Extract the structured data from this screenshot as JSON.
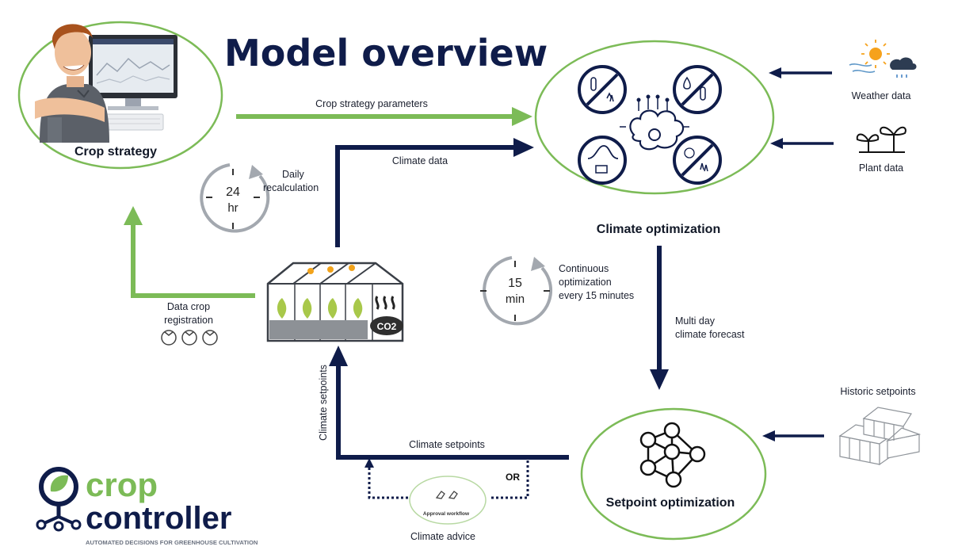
{
  "title": "Model overview",
  "nodes": {
    "crop_strategy": "Crop strategy",
    "climate_optimization": "Climate optimization",
    "setpoint_optimization": "Setpoint optimization"
  },
  "timers": {
    "daily": {
      "value": "24",
      "unit": "hr",
      "caption_line1": "Daily",
      "caption_line2": "recalculation"
    },
    "continuous": {
      "value": "15",
      "unit": "min",
      "caption_line1": "Continuous",
      "caption_line2": "optimization",
      "caption_line3": "every 15 minutes"
    }
  },
  "edges": {
    "crop_strategy_parameters": "Crop strategy parameters",
    "climate_data": "Climate data",
    "data_crop_line1": "Data crop",
    "data_crop_line2": "registration",
    "multi_day_line1": "Multi day",
    "multi_day_line2": "climate forecast",
    "climate_setpoints_h": "Climate setpoints",
    "climate_setpoints_v": "Climate setpoints",
    "or": "OR",
    "climate_advice": "Climate advice",
    "approval_workflow": "Approval workflow"
  },
  "inputs": {
    "weather": "Weather data",
    "plant": "Plant data",
    "historic": "Historic setpoints"
  },
  "greenhouse": {
    "co2": "CO2"
  },
  "logo": {
    "line1": "crop",
    "line2": "controller",
    "tagline": "AUTOMATED DECISIONS FOR GREENHOUSE CULTIVATION"
  },
  "colors": {
    "navy": "#0f1c4a",
    "green": "#7cbb57",
    "grey": "#9ca3af"
  }
}
